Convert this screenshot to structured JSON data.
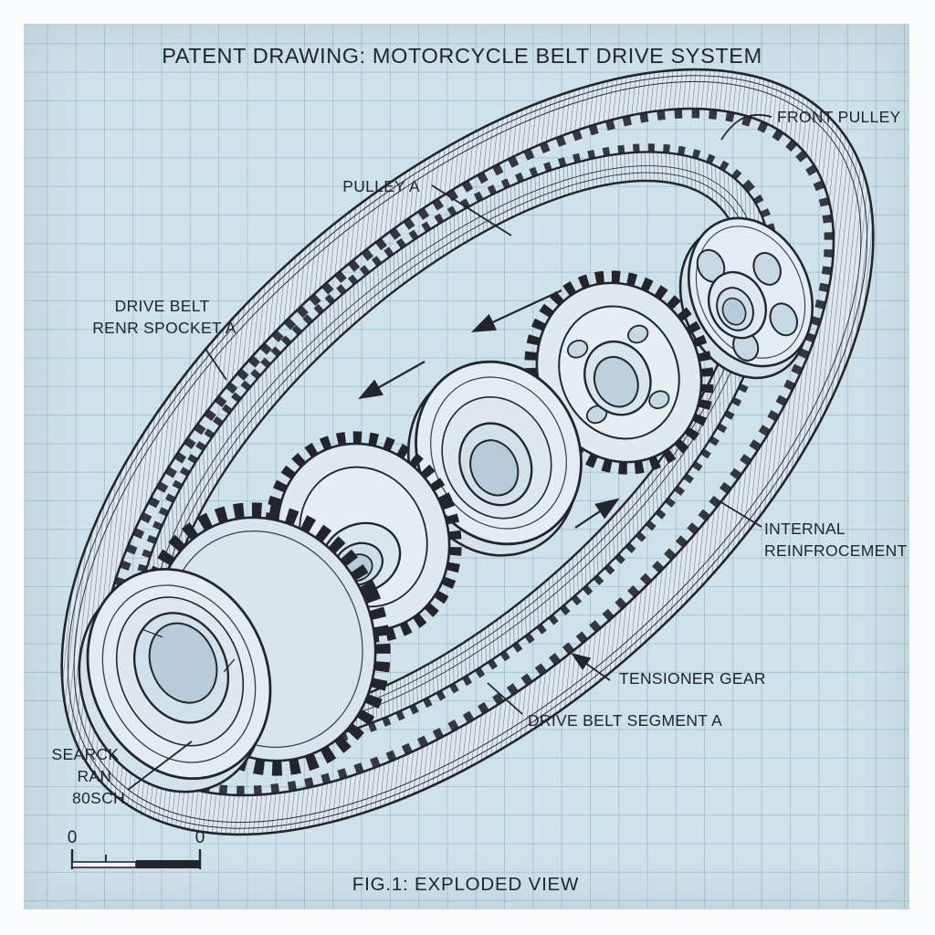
{
  "title": "PATENT DRAWING: MOTORCYCLE BELT DRIVE SYSTEM",
  "caption": "FIG.1: EXPLODED VIEW",
  "labels": {
    "front_pulley": "FRONT PULLEY",
    "pulley_a": "PULLEY A",
    "drive_belt_line1": "DRIVE BELT",
    "drive_belt_line2": "RENR SPOCKET A",
    "internal_line1": "INTERNAL",
    "internal_line2": "REINFROCEMENT",
    "tensioner_gear": "TENSIONER GEAR",
    "drive_belt_segment": "DRIVE BELT SEGMENT A",
    "rear_hub_line1": "SEARCK",
    "rear_hub_line2": "RAN",
    "rear_hub_line3": "80SCH"
  },
  "scale_bar": {
    "left_label": "0",
    "right_label": "0"
  },
  "colors": {
    "paper": "#cfe1e9",
    "grid": "#8aaec0",
    "ink": "#22262b",
    "margin": "#fbfcfd"
  }
}
